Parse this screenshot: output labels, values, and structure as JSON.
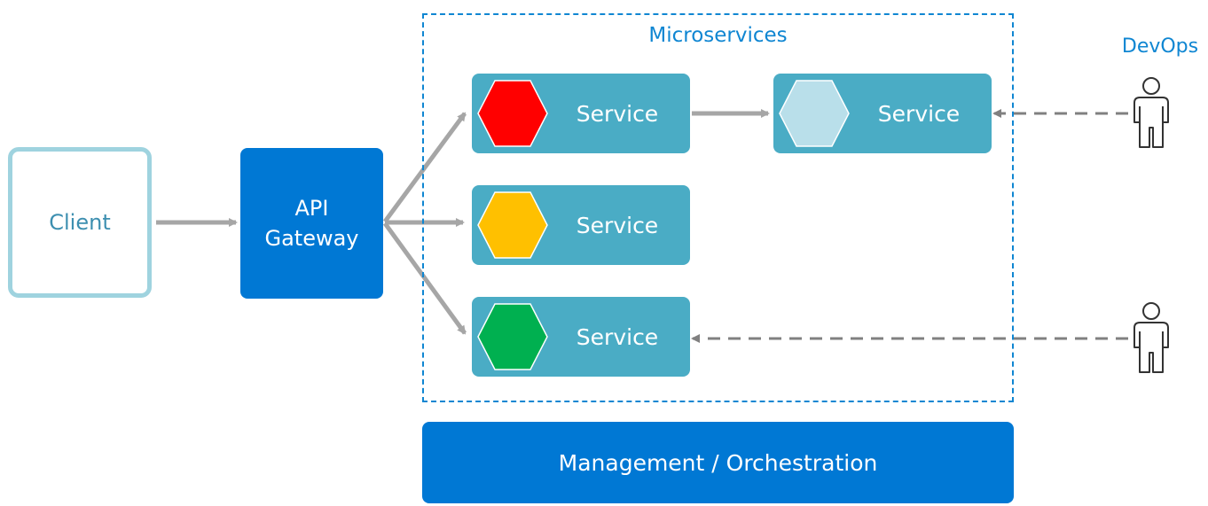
{
  "client": {
    "label": "Client"
  },
  "gateway": {
    "line1": "API",
    "line2": "Gateway"
  },
  "microservices": {
    "title": "Microservices",
    "services": [
      {
        "label": "Service",
        "status_color": "#ff0000"
      },
      {
        "label": "Service",
        "status_color": "#b9dfea"
      },
      {
        "label": "Service",
        "status_color": "#ffc000"
      },
      {
        "label": "Service",
        "status_color": "#00b050"
      }
    ]
  },
  "management": {
    "label": "Management / Orchestration"
  },
  "devops": {
    "label": "DevOps"
  },
  "colors": {
    "primary_blue": "#0078d4",
    "service_teal": "#4aacc5",
    "client_border": "#9fd3df",
    "arrow_gray": "#a6a6a6",
    "dashed_gray": "#808080",
    "frame_blue": "#0f86d2"
  }
}
